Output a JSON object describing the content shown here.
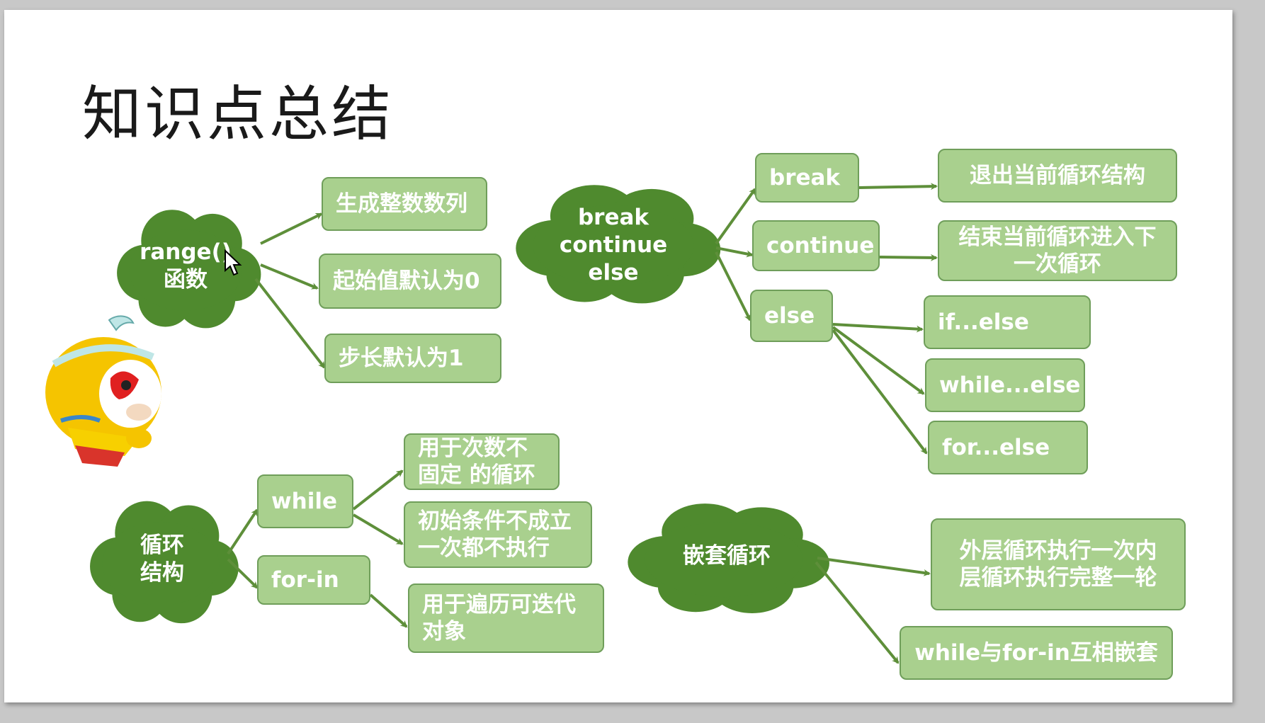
{
  "title": "知识点总结",
  "range": {
    "cloud": "range()\n函数",
    "items": [
      "生成整数数列",
      "起始值默认为0",
      "步长默认为1"
    ]
  },
  "bce": {
    "cloud": "break\ncontinue\nelse",
    "keywords": [
      "break",
      "continue",
      "else"
    ],
    "break_desc": "退出当前循环结构",
    "continue_desc": "结束当前循环进入下\n一次循环",
    "else_items": [
      "if...else",
      "while...else",
      "for...else"
    ]
  },
  "loop": {
    "cloud": "循环\n结构",
    "while": "while",
    "forin": "for-in",
    "while_items": [
      "用于次数不\n固定 的循环",
      "初始条件不成立\n一次都不执行"
    ],
    "forin_item": "用于遍历可迭代\n对象"
  },
  "nested": {
    "cloud": "嵌套循环",
    "items": [
      "外层循环执行一次内\n层循环执行完整一轮",
      "while与for-in互相嵌套"
    ]
  },
  "colors": {
    "node_fill": "#a9d08e",
    "node_border": "#6f9e5a",
    "cloud": "#4f8a2e",
    "arrow": "#5e8f3a"
  }
}
